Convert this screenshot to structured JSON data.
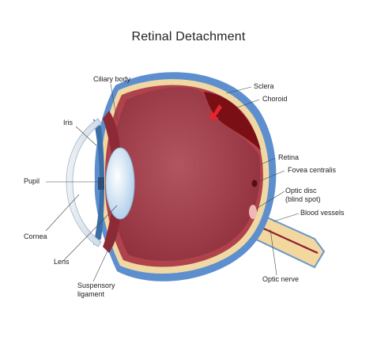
{
  "title": "Retinal Detachment",
  "labels": {
    "ciliary_body": "Ciliary body",
    "sclera": "Sclera",
    "choroid": "Choroid",
    "iris": "Iris",
    "retina": "Retina",
    "fovea_centralis": "Fovea centralis",
    "pupil": "Pupil",
    "optic_disc": "Optic disc",
    "blind_spot": "(blind spot)",
    "blood_vessels": "Blood vessels",
    "cornea": "Cornea",
    "lens": "Lens",
    "suspensory_ligament_1": "Suspensory",
    "suspensory_ligament_2": "ligament",
    "optic_nerve": "Optic nerve"
  },
  "colors": {
    "sclera": "#5d8fcf",
    "choroid": "#f0d8a4",
    "retina": "#b0424c",
    "vitreous": "#a84552",
    "detached_area": "#7a0f16",
    "arrow": "#e6262c",
    "lens": "#d8ecfa",
    "optic_nerve": "#f2d79e"
  }
}
